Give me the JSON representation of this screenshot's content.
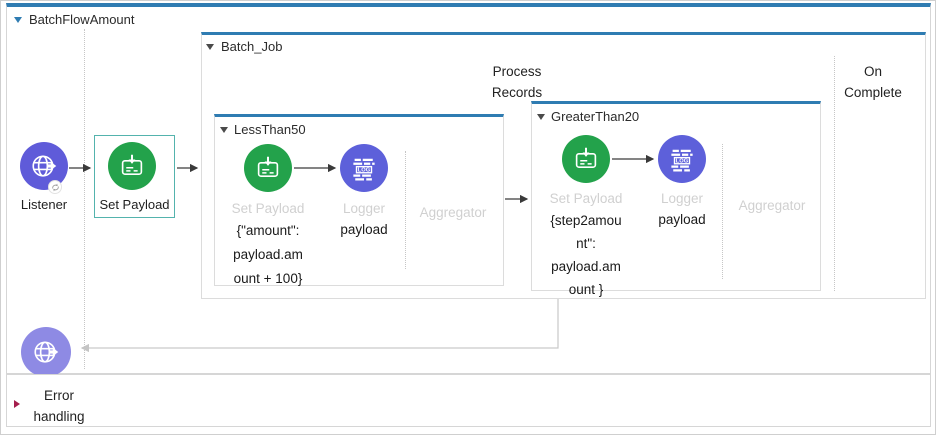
{
  "colors": {
    "accent_blue": "#2f7cb2",
    "set_payload_green": "#23a24b",
    "listener_purple": "#5f5bd9",
    "logger_purple": "#5d60da",
    "response_listener_purple": "#8e8ae4",
    "selection_teal": "#54b3ad",
    "ghost_label_gray": "#d0d0d0",
    "error_maroon": "#a51e4d"
  },
  "icons": {
    "listener": "globe-arrow-icon",
    "set_payload": "payload-down-arrow-icon",
    "logger": "log-bricks-icon",
    "listener_badge": "sync-icon",
    "expanded": "triangle-down-icon",
    "collapsed": "triangle-right-icon"
  },
  "flow": {
    "title": "BatchFlowAmount",
    "source": {
      "label": "Listener"
    },
    "main_processor": {
      "label": "Set Payload"
    },
    "batch_job": {
      "title": "Batch_Job",
      "process_records_label": "Process Records",
      "on_complete_label": "On Complete",
      "steps": [
        {
          "title": "LessThan50",
          "set_payload": {
            "label": "Set Payload",
            "value": "{\"amount\":\npayload.am\nount + 100}"
          },
          "logger": {
            "label": "Logger",
            "value": "payload"
          },
          "aggregator_label": "Aggregator"
        },
        {
          "title": "GreaterThan20",
          "set_payload": {
            "label": "Set Payload",
            "value": "{step2amou\nnt\":\npayload.am\nount }"
          },
          "logger": {
            "label": "Logger",
            "value": "payload"
          },
          "aggregator_label": "Aggregator"
        }
      ]
    },
    "error_handling": {
      "label": "Error handling"
    }
  }
}
